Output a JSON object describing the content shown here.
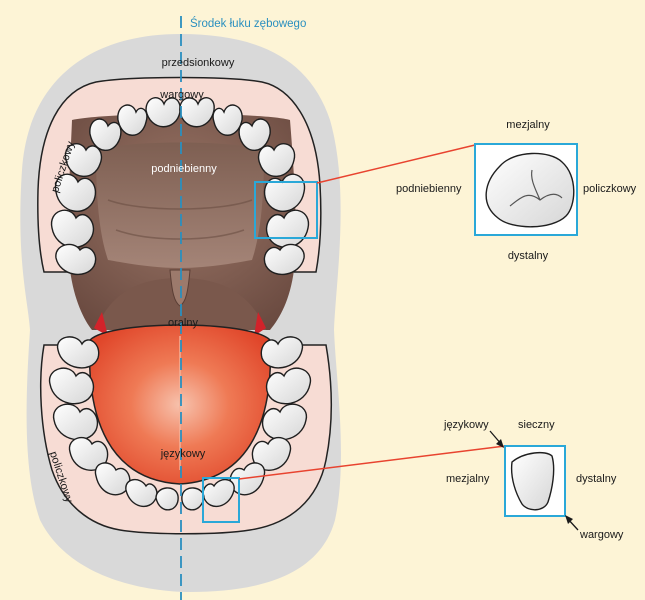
{
  "midline_label": "Środek łuku zębowego",
  "mouth_labels": {
    "vestibular": "przedsionkowy",
    "labial_upper": "wargowy",
    "palatal": "podniebienny",
    "buccal_upper": "policzkowy",
    "oral": "oralny",
    "lingual": "językowy",
    "buccal_lower": "policzkowy"
  },
  "molar_inset": {
    "top": "mezjalny",
    "left": "podniebienny",
    "right": "policzkowy",
    "bottom": "dystalny"
  },
  "incisor_inset": {
    "lingual": "językowy",
    "incisal": "sieczny",
    "left": "mezjalny",
    "right": "dystalny",
    "labial": "wargowy"
  },
  "colors": {
    "background": "#fdf4d6",
    "face": "#d9d9d9",
    "lips": "#f7dcd4",
    "palate": "#8c6b5c",
    "throat": "#6f5048",
    "tongue": "#e8542f",
    "highlight_box": "#2aa8d8",
    "connector": "#e8432f",
    "midline": "#2a8fbf"
  }
}
